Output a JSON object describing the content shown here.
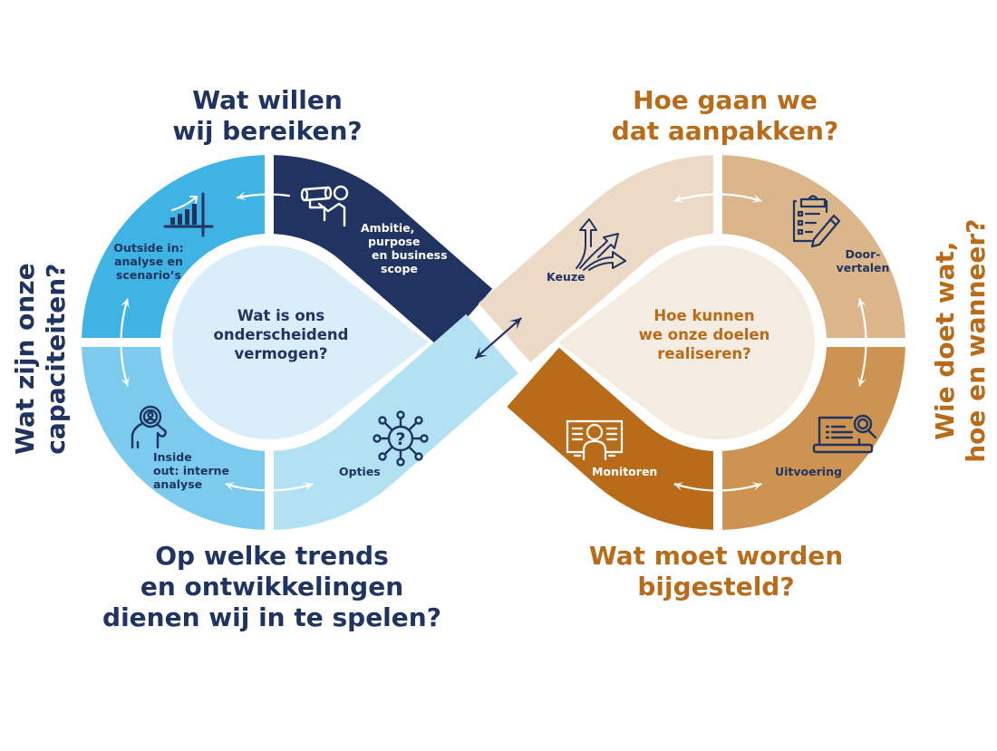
{
  "diagram": {
    "type": "infinity-loop",
    "colors": {
      "navy": "#213461",
      "orange_text": "#b86c1a",
      "outside_in": "#3fb3e3",
      "inside_out": "#7ccbee",
      "opties": "#b2e1f3",
      "ambitie": "#213461",
      "left_center": "#d9eef9",
      "keuze": "#eddac6",
      "doorvertalen": "#dcb68b",
      "uitvoering": "#cc9450",
      "monitoren": "#b86c1a",
      "right_center": "#f5ece1",
      "arrow_white": "#ffffff"
    },
    "outer_questions": {
      "top_left": [
        "Wat willen",
        "wij bereiken?"
      ],
      "bottom_left": [
        "Op welke trends",
        "en ontwikkelingen",
        "dienen wij in te spelen?"
      ],
      "left_side": [
        "Wat zijn onze",
        "capaciteiten?"
      ],
      "top_right": [
        "Hoe gaan we",
        "dat aanpakken?"
      ],
      "bottom_right": [
        "Wat moet worden",
        "bijgesteld?"
      ],
      "right_side": [
        "Wie doet wat,",
        "hoe en wanneer?"
      ]
    },
    "center_questions": {
      "left": [
        "Wat is ons",
        "onderscheidend",
        "vermogen?"
      ],
      "right": [
        "Hoe kunnen",
        "we onze doelen",
        "realiseren?"
      ]
    },
    "segments": [
      {
        "id": "ambitie",
        "label": [
          "Ambitie,",
          "purpose",
          "en business",
          "scope"
        ],
        "icon": "binoculars-person-icon"
      },
      {
        "id": "outside_in",
        "label": [
          "Outside in:",
          "analyse en",
          "scenario’s"
        ],
        "icon": "growth-chart-icon"
      },
      {
        "id": "inside_out",
        "label": [
          "Inside",
          "out: interne",
          "analyse"
        ],
        "icon": "person-magnifier-icon"
      },
      {
        "id": "opties",
        "label": [
          "Opties"
        ],
        "icon": "question-network-icon"
      },
      {
        "id": "keuze",
        "label": [
          "Keuze"
        ],
        "icon": "branching-arrows-icon"
      },
      {
        "id": "doorvertalen",
        "label": [
          "Door-",
          "vertalen"
        ],
        "icon": "clipboard-pen-icon"
      },
      {
        "id": "uitvoering",
        "label": [
          "Uitvoering"
        ],
        "icon": "laptop-search-icon"
      },
      {
        "id": "monitoren",
        "label": [
          "Monitoren"
        ],
        "icon": "monitor-person-icon"
      }
    ]
  }
}
